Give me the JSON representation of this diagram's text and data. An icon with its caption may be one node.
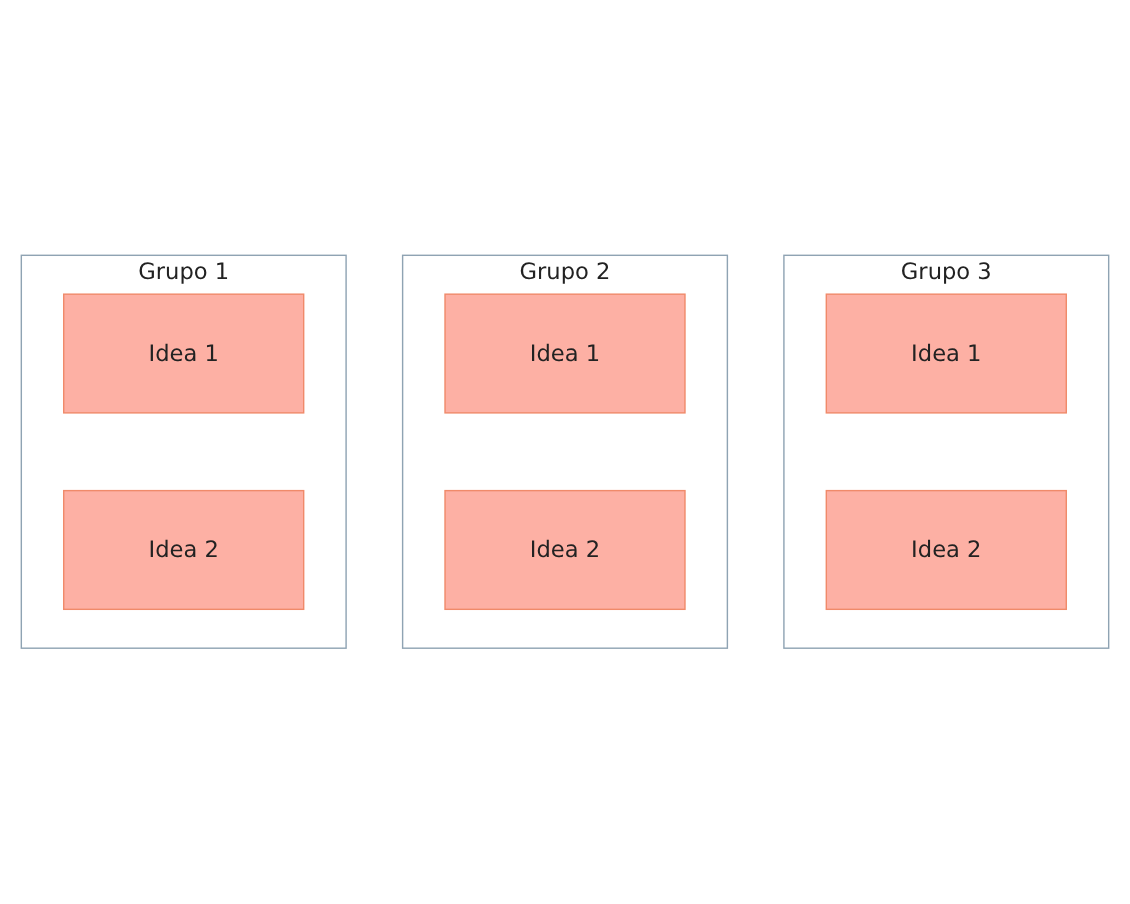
{
  "diagram": {
    "nodes": [
      {
        "text": [
          "Grupo 1"
        ]
      },
      {
        "text": [
          "Idea 1"
        ],
        "in": 0
      },
      {
        "text": [
          "Idea 2"
        ],
        "in": 0
      },
      {
        "text": [
          "Grupo 2"
        ]
      },
      {
        "text": [
          "Idea 1"
        ],
        "in": 3
      },
      {
        "text": [
          "Idea 2"
        ],
        "in": 3
      },
      {
        "text": [
          "Grupo 3"
        ]
      },
      {
        "text": [
          "Idea 1"
        ],
        "in": 6
      },
      {
        "text": [
          "Idea 2"
        ],
        "in": 6
      }
    ]
  }
}
